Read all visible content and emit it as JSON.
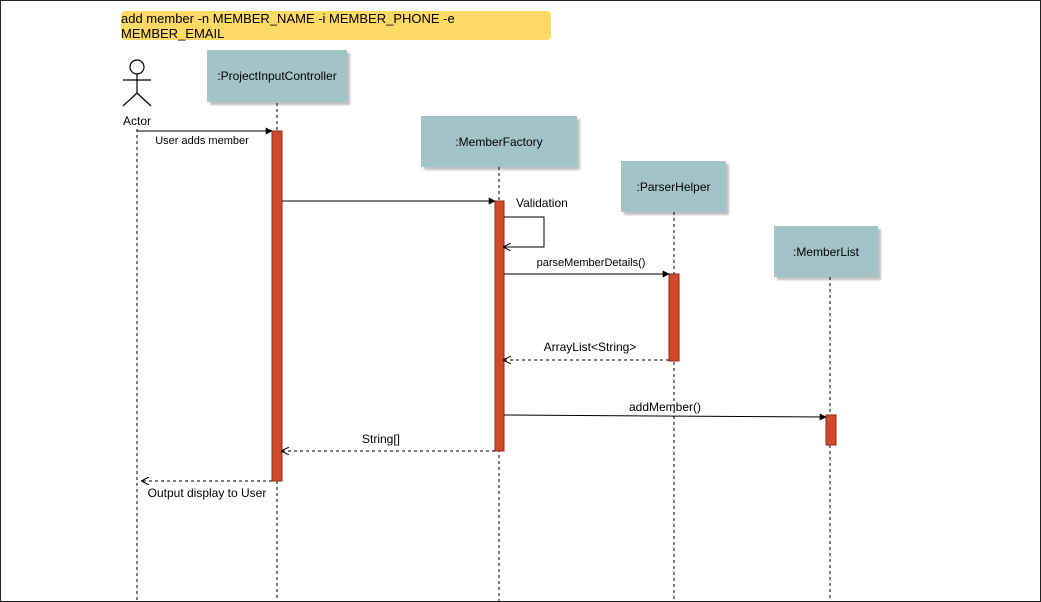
{
  "note": {
    "text": "add member -n MEMBER_NAME -i MEMBER_PHONE -e MEMBER_EMAIL",
    "color": "#ffd966"
  },
  "actor": {
    "label": "Actor"
  },
  "participants": [
    {
      "label": ":ProjectInputController"
    },
    {
      "label": ":MemberFactory"
    },
    {
      "label": ":ParserHelper"
    },
    {
      "label": ":MemberList"
    }
  ],
  "messages": [
    {
      "label": "User adds member",
      "kind": "sync"
    },
    {
      "label": "",
      "kind": "sync"
    },
    {
      "label": "Validation",
      "kind": "self"
    },
    {
      "label": "parseMemberDetails()",
      "kind": "sync"
    },
    {
      "label": "ArrayList<String>",
      "kind": "return"
    },
    {
      "label": "addMember()",
      "kind": "sync"
    },
    {
      "label": "String[]",
      "kind": "return"
    },
    {
      "label": "Output display to User",
      "kind": "return"
    }
  ],
  "colors": {
    "participant_fill": "#a2c4c9",
    "activation_fill": "#d04a2a",
    "activation_stroke": "#8b2a14",
    "line": "#000000"
  }
}
